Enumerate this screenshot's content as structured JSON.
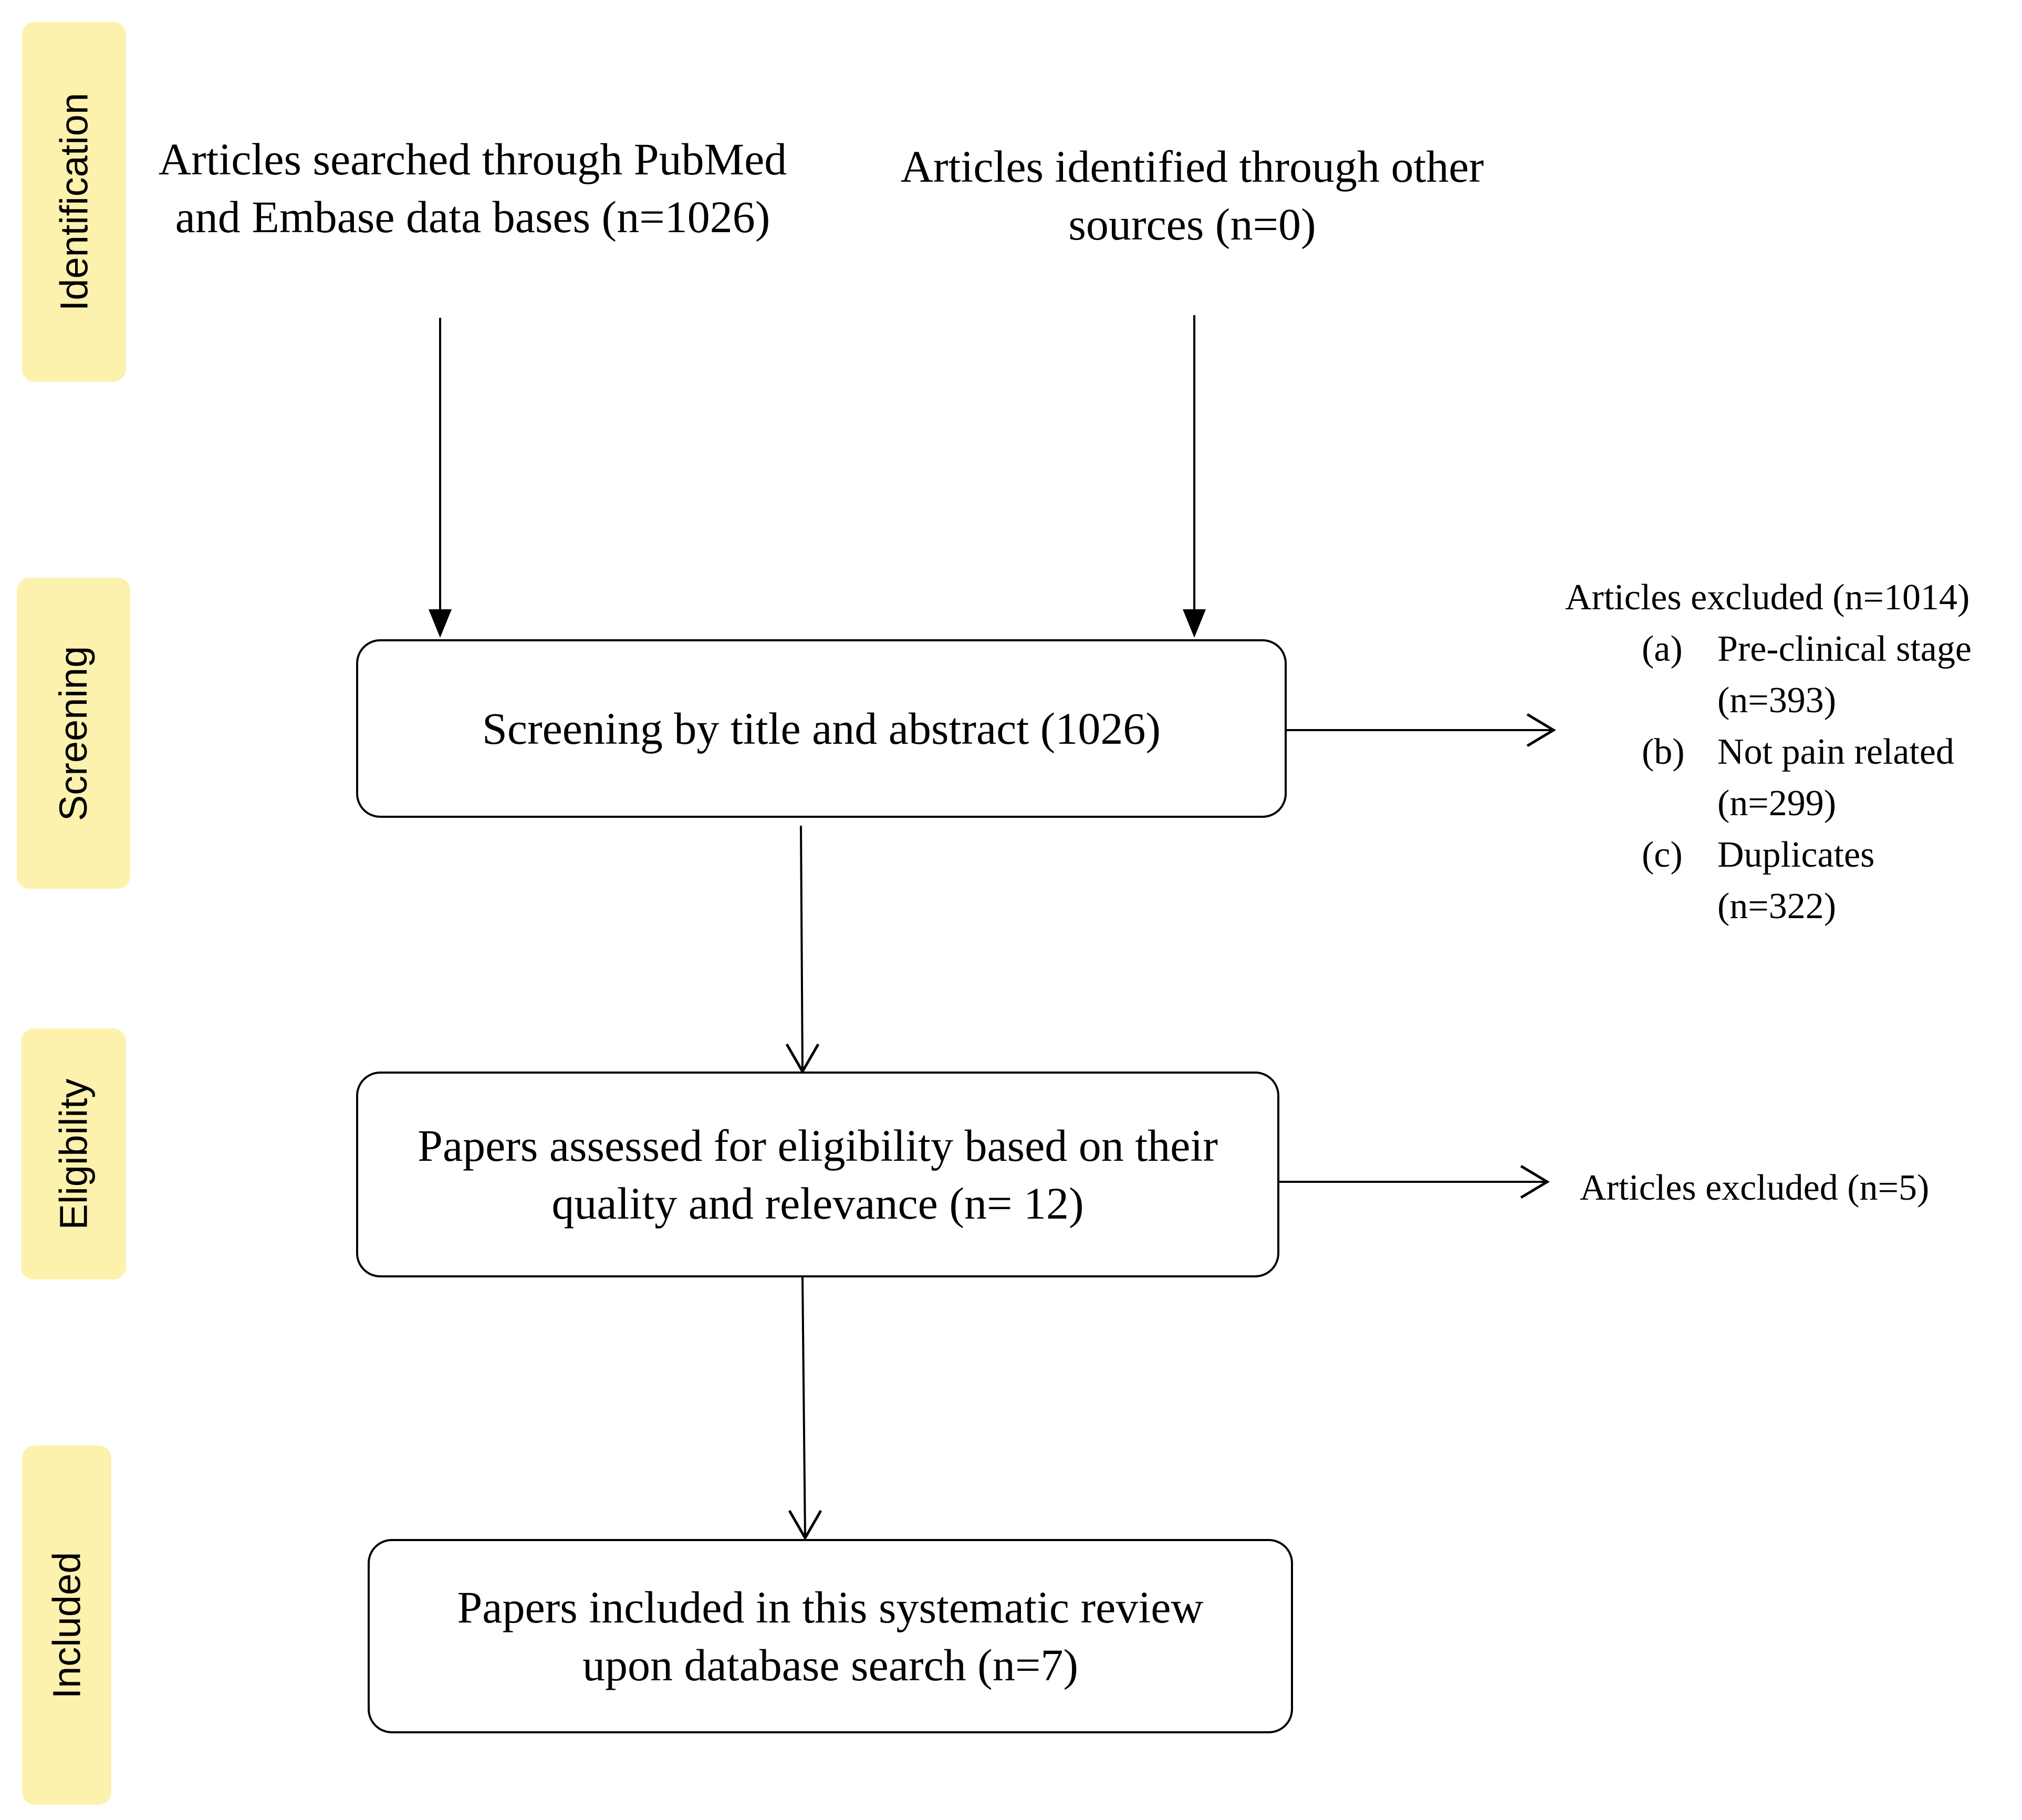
{
  "phases": {
    "identification": "Identification",
    "screening": "Screening",
    "eligibility": "Eligibility",
    "included": "Included"
  },
  "sources": {
    "databases": {
      "line1": "Articles searched through PubMed",
      "line2": "and Embase data bases (n=1026)"
    },
    "other": {
      "line1": "Articles identified through other",
      "line2": "sources (n=0)"
    }
  },
  "screening_box": {
    "line1": "Screening by title and abstract (1026)"
  },
  "screening_exclusions": {
    "heading": "Articles excluded (n=1014)",
    "items": [
      {
        "marker": "(a)",
        "label": "Pre-clinical stage",
        "count": "(n=393)"
      },
      {
        "marker": "(b)",
        "label": "Not pain related",
        "count": "(n=299)"
      },
      {
        "marker": "(c)",
        "label": "Duplicates",
        "count": "(n=322)"
      }
    ]
  },
  "eligibility_box": {
    "line1": "Papers assessed for eligibility based on their",
    "line2": "quality and relevance (n= 12)"
  },
  "eligibility_exclusion": {
    "label": "Articles excluded (n=5)"
  },
  "included_box": {
    "line1": "Papers included in this systematic review",
    "line2": "upon database search (n=7)"
  }
}
